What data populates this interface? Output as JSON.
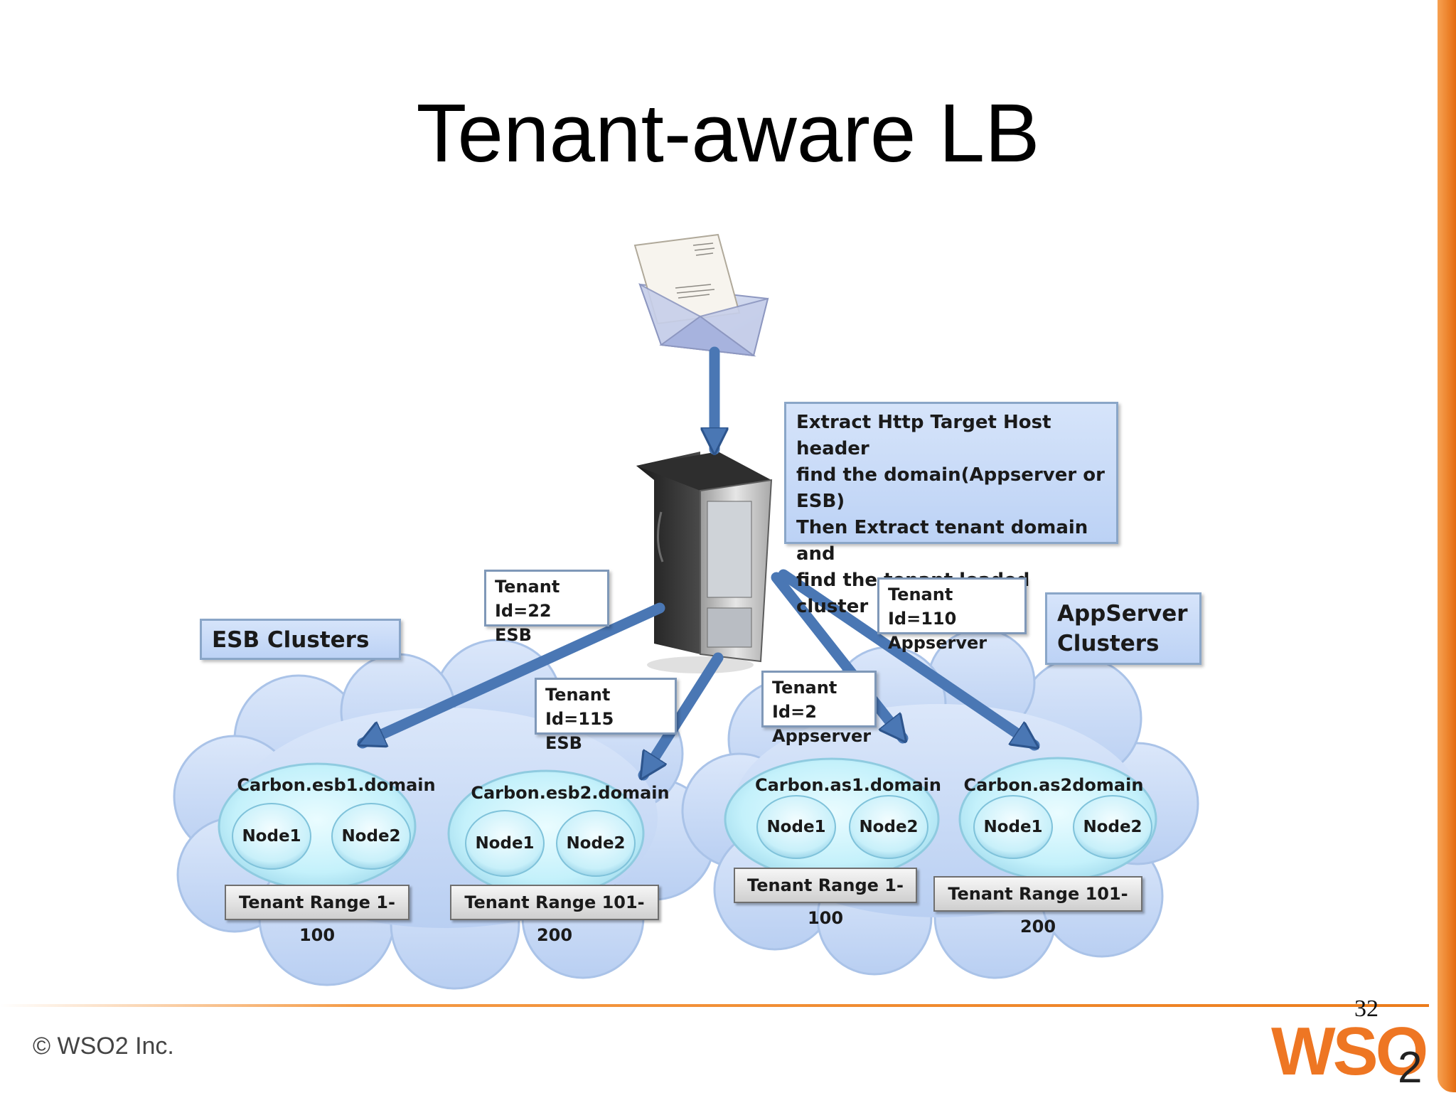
{
  "slide": {
    "title": "Tenant-aware LB",
    "page_number": "32",
    "copyright": "© WSO2 Inc.",
    "logo_text": "WSO",
    "logo_sub": "2"
  },
  "info_box": {
    "lines": [
      "Extract Http Target Host header",
      "find the domain(Appserver or",
      "ESB)",
      "Then Extract tenant domain and",
      "find the tenant loaded cluster"
    ]
  },
  "cluster_groups": {
    "esb": [
      "ESB Clusters"
    ],
    "appserver": [
      "AppServer",
      "Clusters"
    ]
  },
  "tenant_tags": [
    {
      "line1": "Tenant Id=22",
      "line2": "ESB"
    },
    {
      "line1": "Tenant Id=115",
      "line2": "ESB"
    },
    {
      "line1": "Tenant Id=2",
      "line2": "Appserver"
    },
    {
      "line1": "Tenant Id=110",
      "line2": "Appserver"
    }
  ],
  "clusters": [
    {
      "domain": "Carbon.esb1.domain",
      "nodes": [
        "Node1",
        "Node2"
      ],
      "range": "Tenant Range 1-100"
    },
    {
      "domain": "Carbon.esb2.domain",
      "nodes": [
        "Node1",
        "Node2"
      ],
      "range": "Tenant Range 101-200"
    },
    {
      "domain": "Carbon.as1.domain",
      "nodes": [
        "Node1",
        "Node2"
      ],
      "range": "Tenant Range 1-100"
    },
    {
      "domain": "Carbon.as2domain",
      "nodes": [
        "Node1",
        "Node2"
      ],
      "range": "Tenant Range 101-200"
    }
  ],
  "icons": {
    "message": "envelope-with-letter-icon",
    "load_balancer": "server-tower-icon"
  },
  "colors": {
    "accent_orange": "#ee7623",
    "arrow_blue": "#4a77b4",
    "cloud_blue": "#c7d8f3",
    "ellipse_cyan": "#c6f2fb"
  }
}
